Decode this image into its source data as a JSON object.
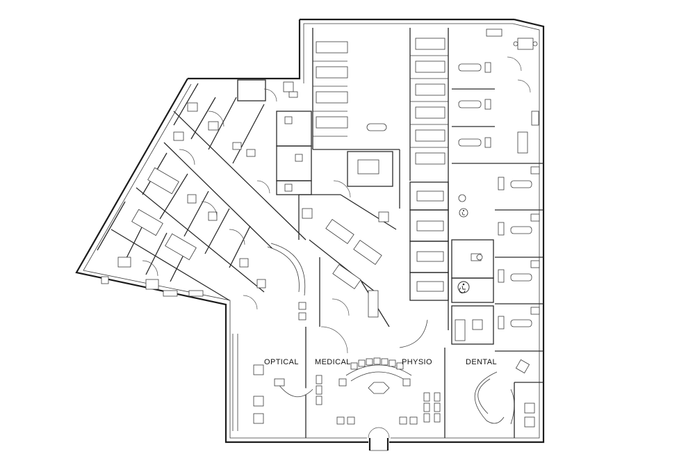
{
  "plan": {
    "department_labels": {
      "optical": "OPTICAL",
      "medical": "MEDICAL",
      "physio": "PHYSIO",
      "dental": "DENTAL"
    },
    "icons": [
      "accessibility-icon",
      "door-swing-icon",
      "chair-icon",
      "table-icon"
    ]
  }
}
